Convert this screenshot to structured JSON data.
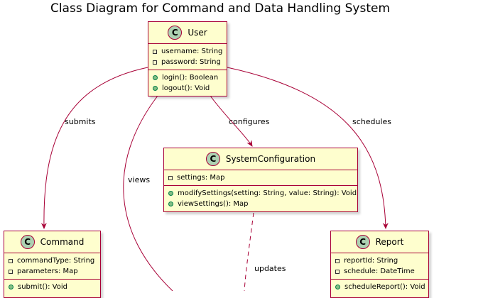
{
  "title": "Class Diagram for Command and Data Handling System",
  "class_badge": "C",
  "classes": {
    "user": {
      "name": "User",
      "attributes": [
        "username: String",
        "password: String"
      ],
      "operations": [
        "login(): Boolean",
        "logout(): Void"
      ]
    },
    "system_configuration": {
      "name": "SystemConfiguration",
      "attributes": [
        "settings: Map"
      ],
      "operations": [
        "modifySettings(setting: String, value: String): Void",
        "viewSettings(): Map"
      ]
    },
    "command": {
      "name": "Command",
      "attributes": [
        "commandType: String",
        "parameters: Map"
      ],
      "operations": [
        "submit(): Void"
      ]
    },
    "report": {
      "name": "Report",
      "attributes": [
        "reportId: String",
        "schedule: DateTime"
      ],
      "operations": [
        "scheduleReport(): Void"
      ]
    }
  },
  "relations": {
    "submits": "submits",
    "views": "views",
    "configures": "configures",
    "schedules": "schedules",
    "updates": "updates"
  },
  "colors": {
    "class_fill": "#FEFECE",
    "border": "#A80036",
    "badge_fill": "#ADD1B2",
    "public_marker": "#84BE84"
  }
}
